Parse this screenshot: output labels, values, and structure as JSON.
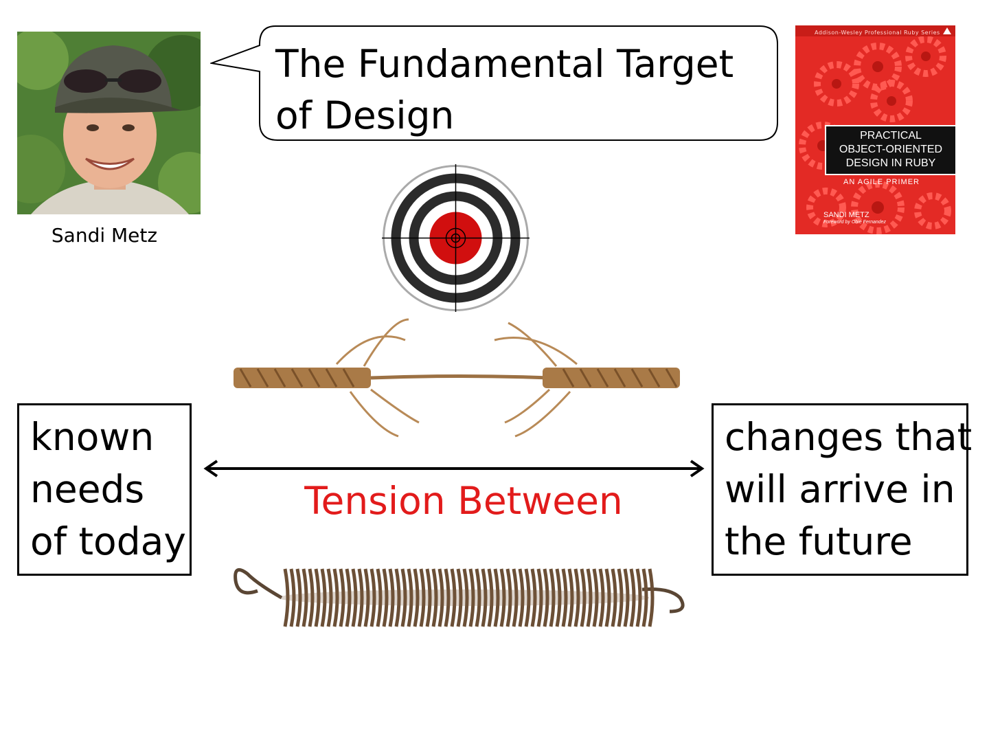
{
  "portrait": {
    "caption": "Sandi Metz"
  },
  "bubble": {
    "title": "The Fundamental Target of Design"
  },
  "book": {
    "series": "Addison-Wesley Professional Ruby Series",
    "title_lines": [
      "PRACTICAL",
      "OBJECT-ORIENTED",
      "DESIGN IN RUBY"
    ],
    "subtitle": "AN AGILE PRIMER",
    "author": "SANDI METZ",
    "foreword": "Foreword by Obie Fernandez"
  },
  "left_box": {
    "lines": [
      "known",
      "needs",
      "of today"
    ]
  },
  "right_box": {
    "lines": [
      "changes that",
      "will arrive in",
      "the future"
    ]
  },
  "tension_label": "Tension Between",
  "colors": {
    "accent_red": "#e21b1b",
    "book_red": "#e32a25",
    "target_red": "#d10f0f"
  }
}
